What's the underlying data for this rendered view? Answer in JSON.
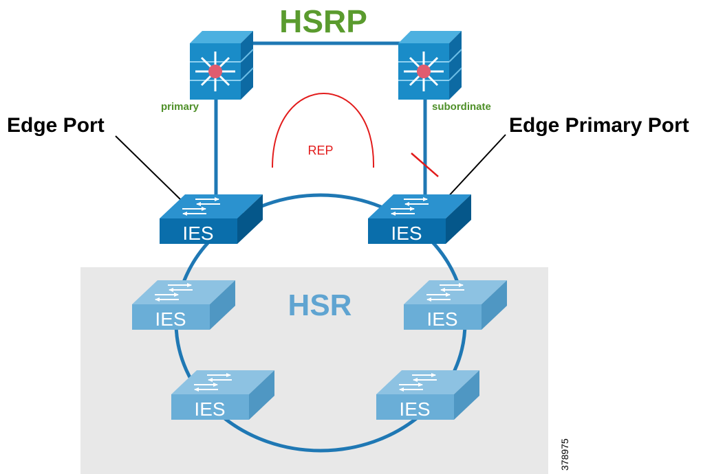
{
  "title": "HSRP",
  "labels": {
    "primary": "primary",
    "subordinate": "subordinate",
    "edge_port": "Edge Port",
    "edge_primary_port": "Edge Primary Port",
    "rep": "REP",
    "hsr": "HSR",
    "figure_id": "378975"
  },
  "switches": {
    "top_left": "IES",
    "top_right": "IES",
    "mid_left": "IES",
    "mid_right": "IES",
    "bottom_left": "IES",
    "bottom_right": "IES"
  },
  "colors": {
    "title_green": "#5a9b2e",
    "label_green": "#4e8f28",
    "rep_red": "#e21b1b",
    "ring_blue": "#1f78b4",
    "switch_dark_front": "#0a6eab",
    "switch_dark_top": "#2b92cf",
    "switch_dark_side": "#05578a",
    "switch_light_front": "#6aaed7",
    "switch_light_top": "#8dc2e2",
    "switch_light_side": "#4f97c3",
    "hsr_text": "#5fa4d1",
    "hsr_bg": "#e8e8e8",
    "router_hub": "#e05c6f"
  },
  "icons": {
    "router": "layer3-switch-icon",
    "switch": "ethernet-switch-icon"
  }
}
